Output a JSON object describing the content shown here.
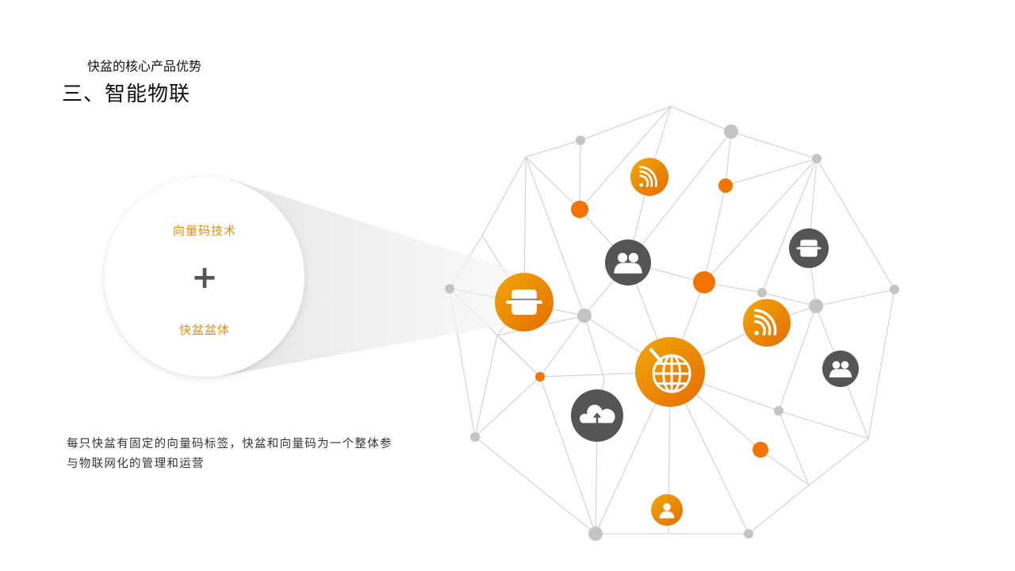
{
  "header": {
    "subtitle": "快盆的核心产品优势",
    "title": "三、智能物联"
  },
  "focus_circle": {
    "top_label": "向量码技术",
    "operator": "+",
    "bottom_label": "快盆盆体"
  },
  "description": "每只快盆有固定的向量码标签，快盆和向量码为一个整体参与物联网化的管理和运营",
  "colors": {
    "accent_orange": "#f08c00",
    "orange_gradient_start": "#f0a80a",
    "orange_gradient_end": "#e66c00",
    "dot_orange": "#f57300",
    "node_gray": "#c4c4c4",
    "icon_dark": "#555555",
    "line_gray": "#cccccc"
  },
  "network_icons": [
    {
      "name": "rss-icon",
      "style": "orange"
    },
    {
      "name": "rss-icon",
      "style": "orange"
    },
    {
      "name": "users-icon",
      "style": "dark"
    },
    {
      "name": "users-icon",
      "style": "dark"
    },
    {
      "name": "pot-icon",
      "style": "dark"
    },
    {
      "name": "pot-icon",
      "style": "orange"
    },
    {
      "name": "globe-icon",
      "style": "orange"
    },
    {
      "name": "cloud-upload-icon",
      "style": "dark"
    },
    {
      "name": "user-icon",
      "style": "orange"
    }
  ]
}
